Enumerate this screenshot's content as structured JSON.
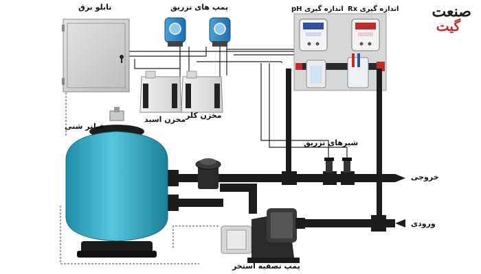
{
  "labels": {
    "electrical_panel": "تابلو برق",
    "injection_pumps": "پمپ های تزریق",
    "ph_meter": "اندازه گیری pH",
    "rx_meter": "اندازه گیری Rx",
    "acid_tank": "مخزن اسید",
    "chlorine_tank": "مخزن کلر",
    "sand_filter": "فیلتر شنی",
    "injection_valves": "شیرهای تزریق",
    "outlet": "خروجی",
    "inlet": "ورودی",
    "pool_pump": "پمپ تصفیه استخر"
  },
  "logo": {
    "line1": "صنعت",
    "line2": "گیت"
  },
  "colors": {
    "filter_tank": "#3fb6cf",
    "pipe": "#1c1c1c",
    "panel": "#dcdcdc",
    "brand_red": "#c0282d"
  }
}
